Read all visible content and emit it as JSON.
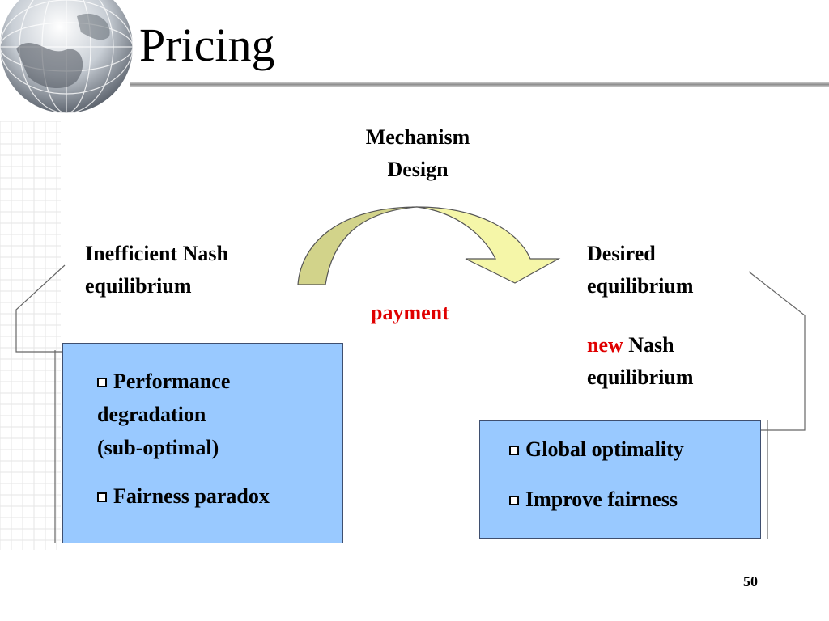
{
  "slide": {
    "title": "Pricing",
    "page_number": "50"
  },
  "diagram": {
    "mechanism_line1": "Mechanism",
    "mechanism_line2": "Design",
    "left_label_line1": "Inefficient Nash",
    "left_label_line2": "equilibrium",
    "right_label_line1": "Desired",
    "right_label_line2": "equilibrium",
    "payment": "payment",
    "new_word": "new",
    "nash_word": "Nash",
    "new_equilibrium": "equilibrium"
  },
  "left_box": {
    "bullet1_lines": [
      "Performance",
      "degradation",
      "(sub-optimal)"
    ],
    "bullet2": "Fairness paradox"
  },
  "right_box": {
    "bullet1": "Global optimality",
    "bullet2": "Improve fairness"
  },
  "colors": {
    "box_fill": "#99c9ff",
    "arrow_left": "#d2d38a",
    "arrow_right": "#f5f6a8",
    "accent_red": "#e00000"
  }
}
